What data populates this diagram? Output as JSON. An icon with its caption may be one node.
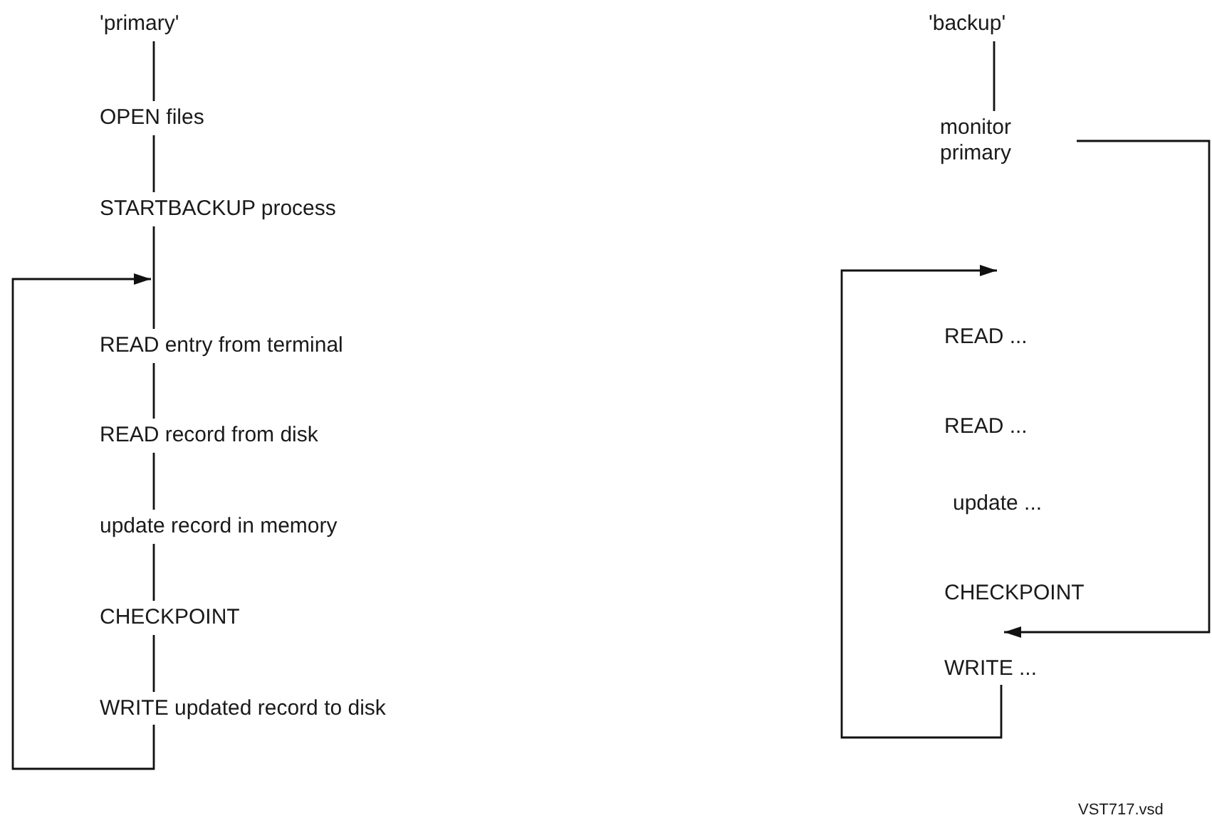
{
  "diagram": {
    "nodes": [
      {
        "text": [
          "'primary'"
        ]
      },
      {
        "text": [
          "OPEN files"
        ]
      },
      {
        "text": [
          "STARTBACKUP process"
        ]
      },
      {
        "text": [
          "READ entry from terminal"
        ]
      },
      {
        "text": [
          "READ record from disk"
        ]
      },
      {
        "text": [
          "update record in memory"
        ]
      },
      {
        "text": [
          "CHECKPOINT"
        ]
      },
      {
        "text": [
          "WRITE updated record to disk"
        ]
      },
      {
        "text": [
          "'backup'"
        ]
      },
      {
        "text": [
          "monitor primary"
        ]
      },
      {
        "text": [
          "READ ..."
        ]
      },
      {
        "text": [
          "READ ..."
        ]
      },
      {
        "text": [
          "update ..."
        ]
      },
      {
        "text": [
          "CHECKPOINT"
        ]
      },
      {
        "text": [
          "WRITE ..."
        ]
      }
    ],
    "edges": [
      {
        "from": 0,
        "to": 1,
        "arrow": "none"
      },
      {
        "from": 1,
        "to": 2,
        "arrow": "none"
      },
      {
        "from": 2,
        "to": 3,
        "arrow": "none"
      },
      {
        "from": 3,
        "to": 4,
        "arrow": "none"
      },
      {
        "from": 4,
        "to": 5,
        "arrow": "none"
      },
      {
        "from": 5,
        "to": 6,
        "arrow": "none"
      },
      {
        "from": 6,
        "to": 7,
        "arrow": "none"
      },
      {
        "from": 7,
        "to": 3,
        "arrow": "to"
      },
      {
        "from": 8,
        "to": 9,
        "arrow": "none"
      },
      {
        "from": 9,
        "to": 14,
        "arrow": "to"
      },
      {
        "from": 14,
        "to": 10,
        "arrow": "to"
      }
    ],
    "labels": [
      "VST717.vsd"
    ]
  }
}
